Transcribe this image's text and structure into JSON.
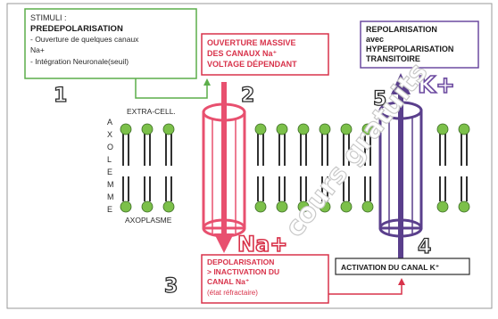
{
  "stimuli_box": {
    "title": "STIMULI :",
    "heading": "PREDEPOLARISATION",
    "line1": "- Ouverture de quelques canaux",
    "line2": "Na+",
    "line3": "- Intégration Neuronale(seuil)"
  },
  "step1_number": "1",
  "step2_box": {
    "line1": "OUVERTURE MASSIVE",
    "line2": "DES CANAUX Na⁺",
    "line3": "VOLTAGE DÉPENDANT"
  },
  "step2_number": "2",
  "repol_box": {
    "line1": "REPOLARISATION",
    "line2": "avec",
    "line3": "HYPERPOLARISATION",
    "line4": "TRANSITOIRE"
  },
  "step5_number": "5",
  "ion_k": "K+",
  "ion_na": "Na+",
  "membrane": {
    "side_label_letters": [
      "A",
      "X",
      "O",
      "L",
      "E",
      "M",
      "M",
      "E"
    ],
    "extracellular_label": "EXTRA-CELL.",
    "axoplasm_label": "AXOPLASME"
  },
  "step3_number": "3",
  "step3_box": {
    "line1": "DEPOLARISATION",
    "line2": "> INACTIVATION DU",
    "line3": "CANAL Na⁺",
    "line4": "(état réfractaire)"
  },
  "step4_number": "4",
  "step4_box": {
    "line1": "ACTIVATION DU CANAL K⁺"
  },
  "watermark_text": "cours gratuits",
  "colors": {
    "na_channel": "#e8506f",
    "k_channel": "#5a3f8c",
    "lipid_head": "#7cc04a",
    "box_green": "#5cae4a",
    "box_red": "#d8324a",
    "box_purple": "#6c4aa0",
    "arrow_red": "#d8324a"
  }
}
